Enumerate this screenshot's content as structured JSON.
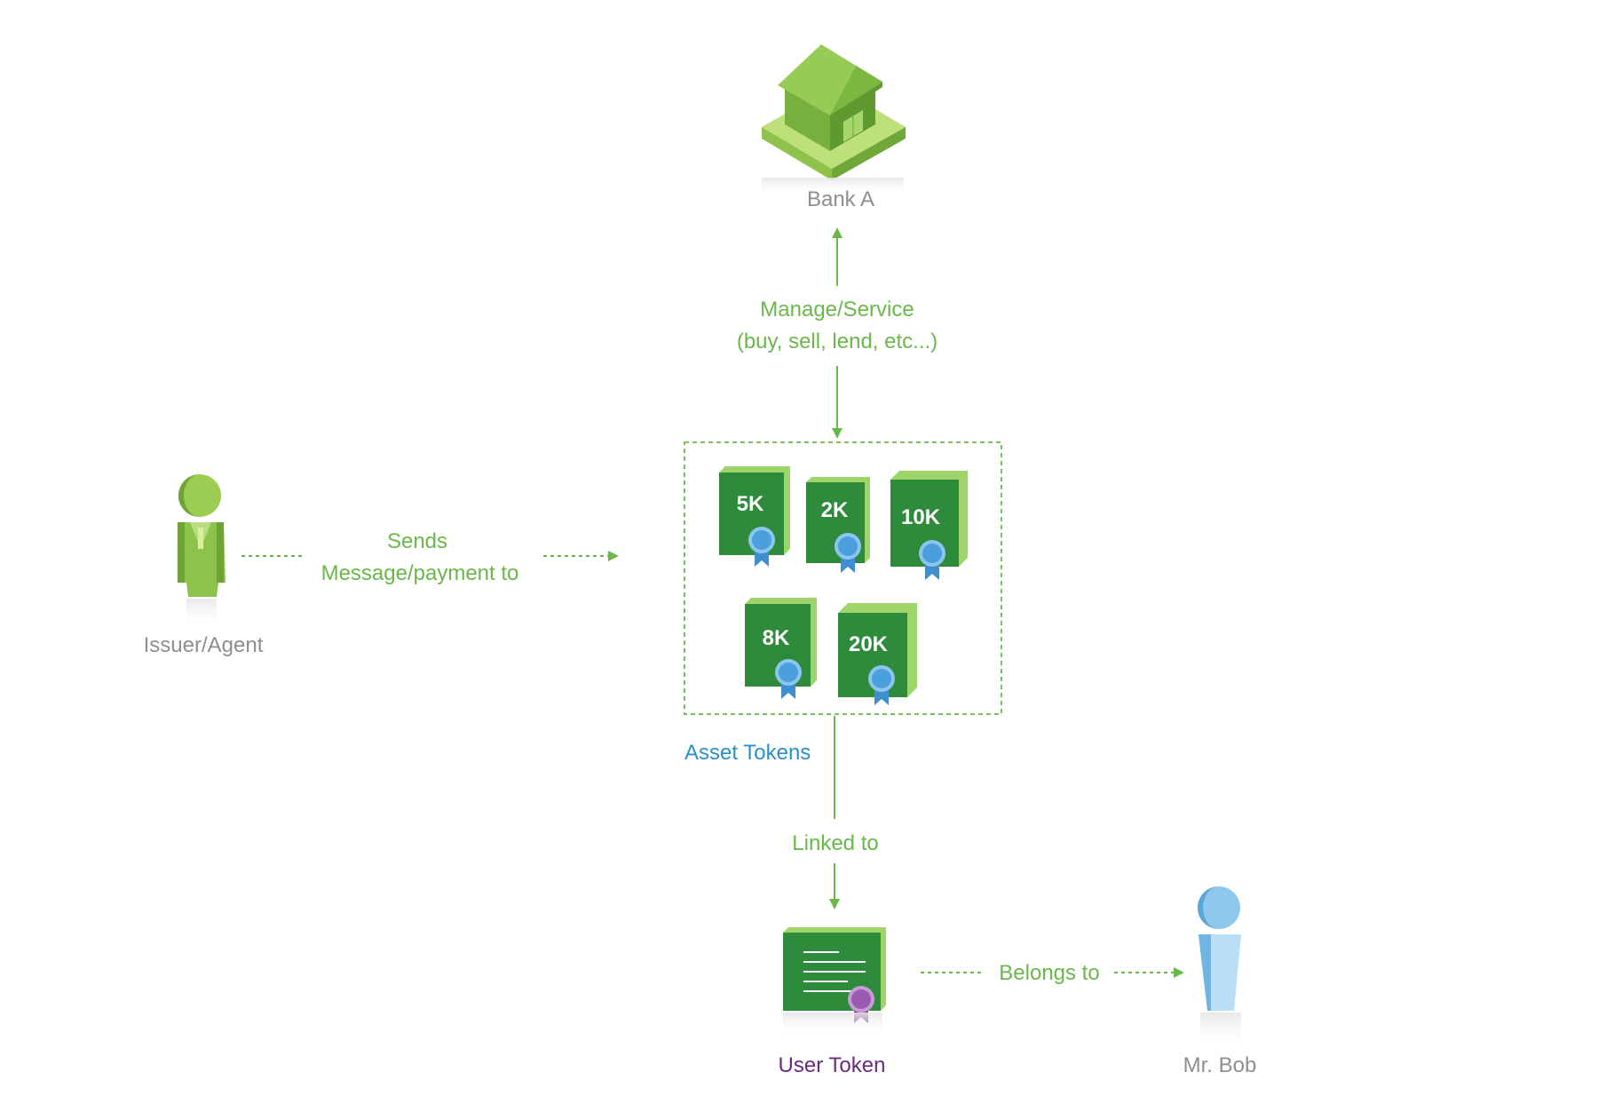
{
  "colors": {
    "green": "#6ab84a",
    "dark_green": "#2e8b3c",
    "gray_text": "#8e8e8e",
    "blue_text": "#2a8fcb",
    "purple_text": "#6a2a7e",
    "person_blue": "#8ec8ec",
    "ribbon_blue": "#4a9fdc",
    "seal_purple": "#9a5ab0"
  },
  "nodes": {
    "bank": {
      "label": "Bank A",
      "icon": "bank-building-icon"
    },
    "issuer": {
      "label": "Issuer/Agent",
      "icon": "person-icon"
    },
    "asset_group": {
      "label": "Asset Tokens"
    },
    "user_token": {
      "label": "User Token",
      "icon": "certificate-icon"
    },
    "owner": {
      "label": "Mr. Bob",
      "icon": "person-icon"
    }
  },
  "tokens": [
    "5K",
    "2K",
    "10K",
    "8K",
    "20K"
  ],
  "edges": {
    "manage": {
      "line1": "Manage/Service",
      "line2": "(buy, sell, lend, etc...)"
    },
    "sends": {
      "line1": "Sends",
      "line2": "Message/payment to"
    },
    "linked": {
      "label": "Linked to"
    },
    "belongs": {
      "label": "Belongs to"
    }
  }
}
